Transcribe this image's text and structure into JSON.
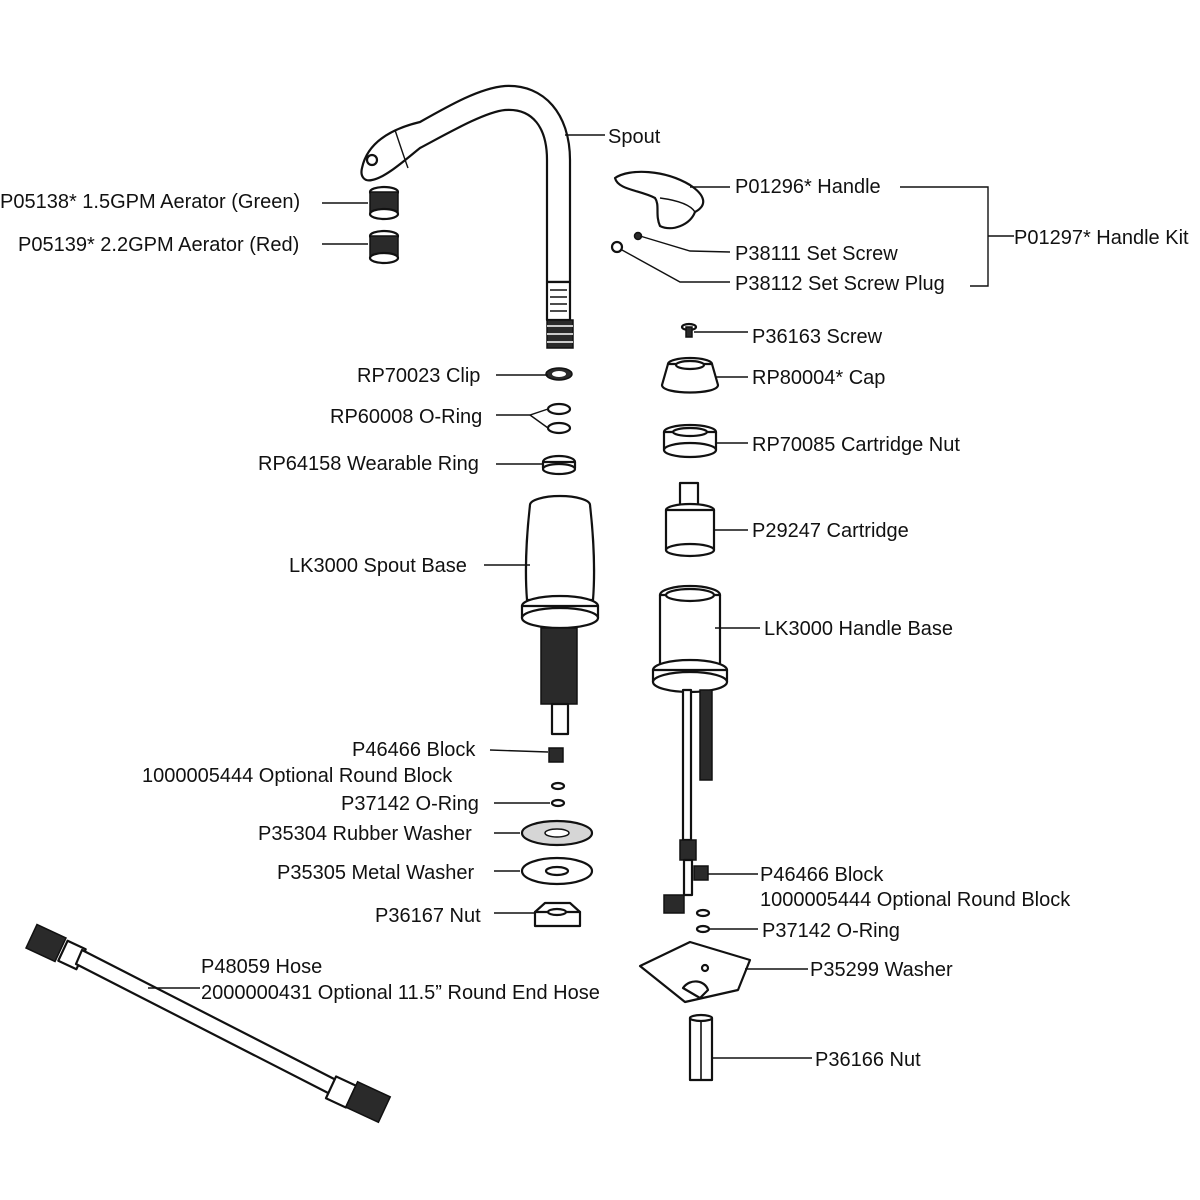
{
  "labels": {
    "spout": "Spout",
    "aerator_green": "P05138* 1.5GPM Aerator (Green)",
    "aerator_red": "P05139* 2.2GPM Aerator (Red)",
    "handle": "P01296* Handle",
    "handle_kit": "P01297* Handle Kit",
    "set_screw": "P38111 Set Screw",
    "set_screw_plug": "P38112 Set Screw Plug",
    "screw": "P36163 Screw",
    "clip": "RP70023 Clip",
    "cap": "RP80004* Cap",
    "o_ring_upper": "RP60008 O-Ring",
    "cartridge_nut": "RP70085 Cartridge Nut",
    "wearable_ring": "RP64158 Wearable Ring",
    "cartridge": "P29247 Cartridge",
    "spout_base": "LK3000 Spout Base",
    "handle_base": "LK3000 Handle Base",
    "block_left": "P46466 Block",
    "round_block_left": "1000005444 Optional Round Block",
    "o_ring_left": "P37142 O-Ring",
    "rubber_washer": "P35304 Rubber Washer",
    "metal_washer": "P35305 Metal Washer",
    "nut_left": "P36167 Nut",
    "block_right": "P46466 Block",
    "round_block_right": "1000005444 Optional Round Block",
    "o_ring_right": "P37142 O-Ring",
    "washer_right": "P35299 Washer",
    "hose": "P48059 Hose",
    "hose_optional": "2000000431 Optional 11.5” Round End Hose",
    "nut_right": "P36166 Nut"
  }
}
